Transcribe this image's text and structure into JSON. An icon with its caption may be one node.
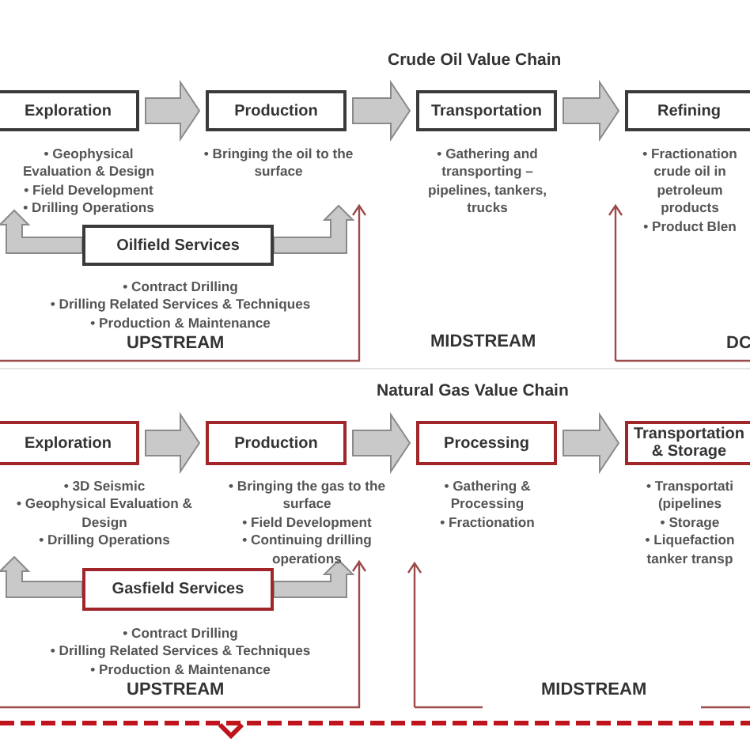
{
  "diagram": {
    "title": "Crude Oil Value Chain",
    "nodes": [
      {
        "text": [
          "Exploration"
        ],
        "beside": [
          "• Geophysical Evaluation & Design",
          "• Field Development",
          "• Drilling Operations"
        ]
      },
      {
        "text": [
          "Production"
        ],
        "beside": [
          "• Bringing the oil to the surface"
        ]
      },
      {
        "text": [
          "Transportation"
        ],
        "beside": [
          "• Gathering and transporting – pipelines, tankers, trucks"
        ]
      },
      {
        "text": [
          "Refining"
        ],
        "beside": [
          "• Fractionation crude oil in petroleum products",
          "• Product Blen"
        ]
      },
      {
        "text": [
          "Oilfield Services"
        ],
        "beside": [
          "• Contract Drilling",
          "• Drilling Related Services & Techniques",
          "• Production & Maintenance"
        ]
      },
      {
        "text": [
          "Exploration"
        ],
        "beside": [
          "• 3D Seismic",
          "• Geophysical Evaluation & Design",
          "• Drilling Operations"
        ]
      },
      {
        "text": [
          "Production"
        ],
        "beside": [
          "• Bringing the gas to the surface",
          "• Field Development",
          "• Continuing drilling operations"
        ]
      },
      {
        "text": [
          "Processing"
        ],
        "beside": [
          "• Gathering & Processing",
          "• Fractionation"
        ]
      },
      {
        "text": [
          "Transportation & Storage"
        ],
        "beside": [
          "• Transportati (pipelines",
          "• Storage",
          "• Liquefaction tanker transp"
        ]
      },
      {
        "text": [
          "Gasfield Services"
        ],
        "beside": [
          "• Contract Drilling",
          "• Drilling Related Services & Techniques",
          "• Production & Maintenance"
        ]
      }
    ],
    "edges": [
      {
        "from": 0,
        "to": 1,
        "arrow": "to"
      },
      {
        "from": 1,
        "to": 2,
        "arrow": "to"
      },
      {
        "from": 2,
        "to": 3,
        "arrow": "to"
      },
      {
        "from": 4,
        "to": 0,
        "arrow": "to"
      },
      {
        "from": 4,
        "to": 1,
        "arrow": "to"
      },
      {
        "from": 5,
        "to": 6,
        "arrow": "to"
      },
      {
        "from": 6,
        "to": 7,
        "arrow": "to"
      },
      {
        "from": 7,
        "to": 8,
        "arrow": "to"
      },
      {
        "from": 9,
        "to": 5,
        "arrow": "to"
      },
      {
        "from": 9,
        "to": 6,
        "arrow": "to"
      }
    ],
    "labels": [
      "UPSTREAM",
      "MIDSTREAM",
      "DC",
      "Natural Gas Value Chain",
      "UPSTREAM",
      "MIDSTREAM"
    ]
  }
}
